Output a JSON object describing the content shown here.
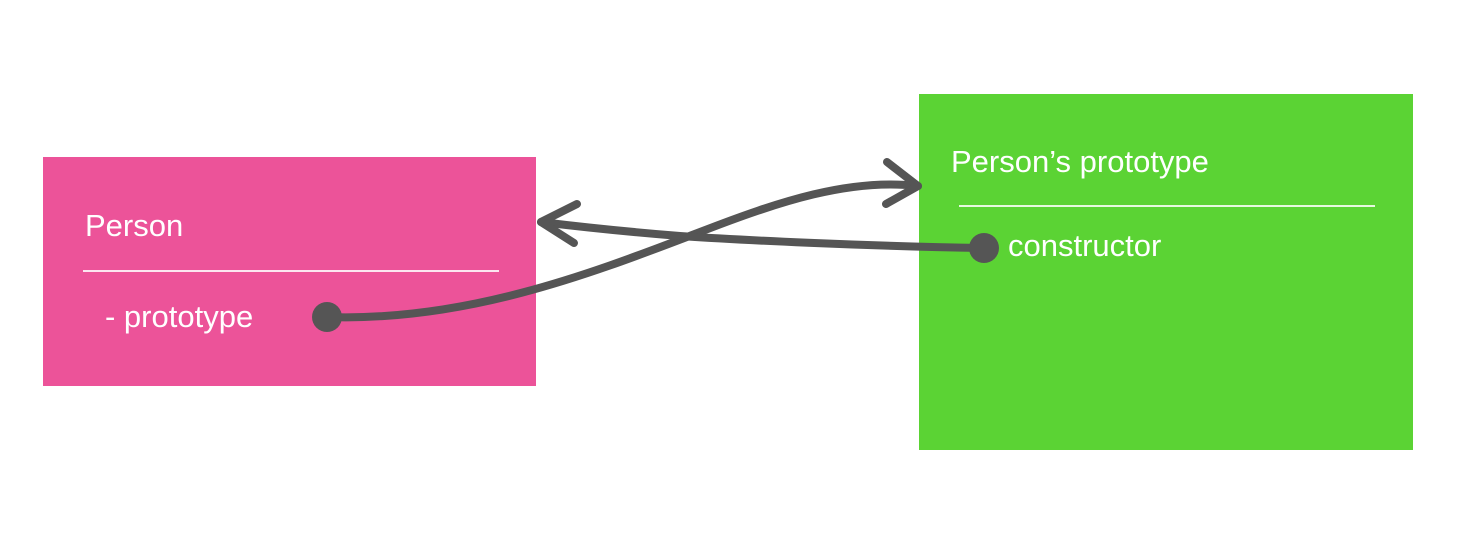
{
  "person": {
    "title": "Person",
    "property": "- prototype",
    "color": "#ec5399"
  },
  "prototype_object": {
    "title": "Person’s prototype",
    "property": "constructor",
    "color": "#5bd334"
  },
  "connector_color": "#555555"
}
